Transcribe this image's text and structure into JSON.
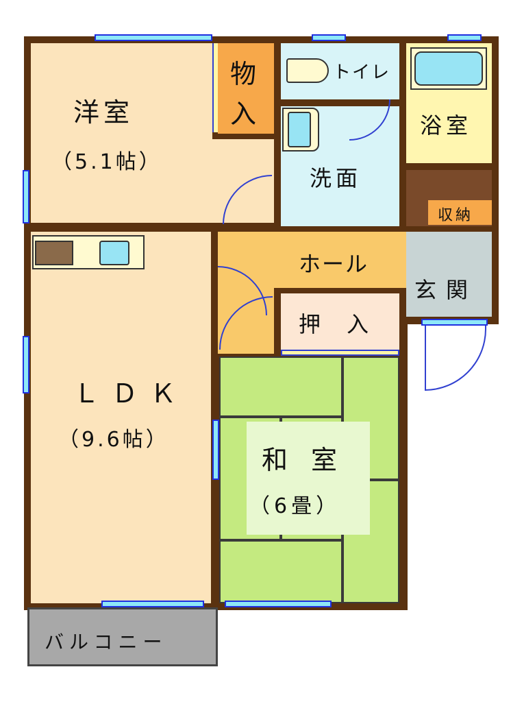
{
  "rooms": {
    "western_room": {
      "name": "洋室",
      "size": "（5.1帖）"
    },
    "storage": {
      "line1": "物",
      "line2": "入"
    },
    "toilet": {
      "name": "トイレ"
    },
    "bathroom": {
      "name": "浴室"
    },
    "washroom": {
      "name": "洗面"
    },
    "closet": {
      "name": "収納"
    },
    "hall": {
      "name": "ホール"
    },
    "entrance": {
      "name": "玄関"
    },
    "oshiire": {
      "name": "押入"
    },
    "ldk": {
      "name": "ＬＤＫ",
      "size": "（9.6帖）"
    },
    "japanese_room": {
      "name": "和室",
      "size": "（6畳）"
    },
    "balcony": {
      "name": "バルコニー"
    }
  },
  "colors": {
    "wall": "#5a3210",
    "window": "#2030e0",
    "tatami": "#c4ea80"
  }
}
